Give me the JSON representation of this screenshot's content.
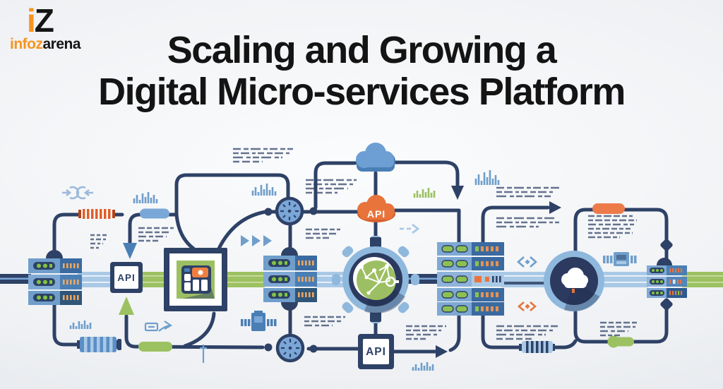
{
  "logo": {
    "mark_i": "i",
    "mark_z": "Z",
    "word_orange": "infoz",
    "word_dark": "arena"
  },
  "title": {
    "line1": "Scaling and Growing a",
    "line2": "Digital Micro-services Platform"
  },
  "diagram": {
    "api_gateway_label": "API",
    "api_cloud_label": "API",
    "api_service_label": "API"
  },
  "colors": {
    "navy": "#2e4166",
    "steel_blue": "#6f9ecb",
    "mid_blue": "#4a7fb5",
    "light_blue": "#a9c9e6",
    "ring_blue": "#8fb8dd",
    "green": "#9cc161",
    "led_green": "#82c341",
    "orange_cloud": "#e8743b",
    "orange_capsule": "#ed7b4a",
    "coil_orange": "#dd5f2c",
    "brand_orange": "#f7941d",
    "ink": "#141414"
  }
}
